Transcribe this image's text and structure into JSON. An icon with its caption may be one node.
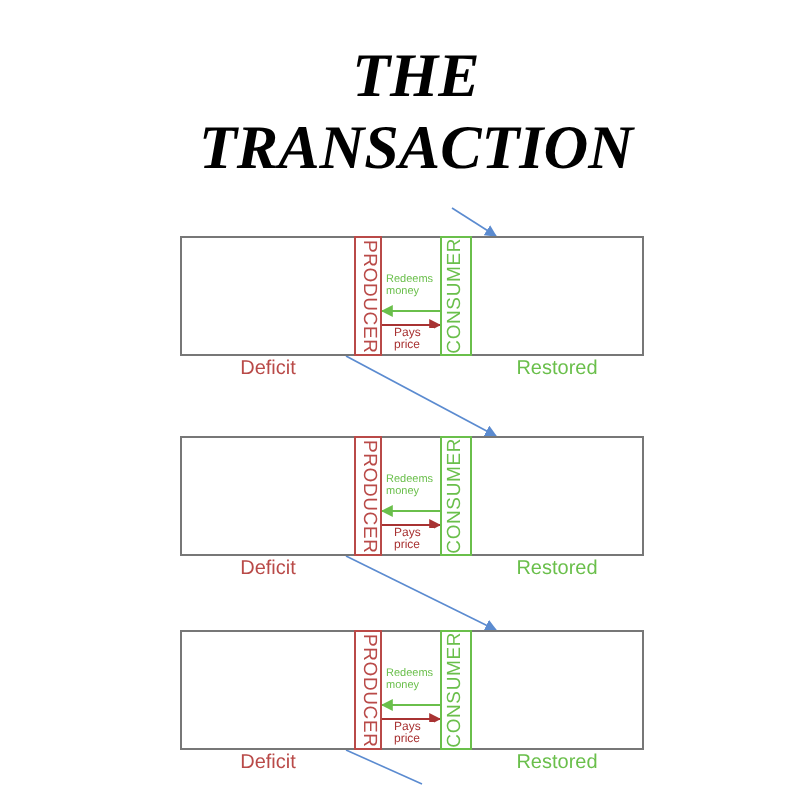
{
  "diagram": {
    "title": "THE TRANSACTION",
    "nodes": [
      {
        "text": [
          "Deficit"
        ]
      },
      {
        "text": [
          "PRODUCER"
        ]
      },
      {
        "text": [
          "CONSUMER"
        ]
      },
      {
        "text": [
          "Restored"
        ]
      },
      {
        "text": [
          "Deficit"
        ]
      },
      {
        "text": [
          "PRODUCER"
        ]
      },
      {
        "text": [
          "CONSUMER"
        ]
      },
      {
        "text": [
          "Restored"
        ]
      },
      {
        "text": [
          "Deficit"
        ]
      },
      {
        "text": [
          "PRODUCER"
        ]
      },
      {
        "text": [
          "CONSUMER"
        ]
      },
      {
        "text": [
          "Restored"
        ]
      }
    ],
    "edges": [
      {
        "from": null,
        "to": 3,
        "arrow": "to",
        "color": "#5b8bd0"
      },
      {
        "from": 2,
        "to": 1,
        "arrow": "to",
        "label": "Redeems money",
        "color": "#6abf4b"
      },
      {
        "from": 1,
        "to": 2,
        "arrow": "to",
        "label": "Pays price",
        "color": "#a83232"
      },
      {
        "from": 0,
        "to": 7,
        "arrow": "to",
        "color": "#5b8bd0"
      },
      {
        "from": 6,
        "to": 5,
        "arrow": "to",
        "label": "Redeems money",
        "color": "#6abf4b"
      },
      {
        "from": 5,
        "to": 6,
        "arrow": "to",
        "label": "Pays price",
        "color": "#a83232"
      },
      {
        "from": 4,
        "to": 11,
        "arrow": "to",
        "color": "#5b8bd0"
      },
      {
        "from": 10,
        "to": 9,
        "arrow": "to",
        "label": "Redeems money",
        "color": "#6abf4b"
      },
      {
        "from": 9,
        "to": 10,
        "arrow": "to",
        "label": "Pays price",
        "color": "#a83232"
      },
      {
        "from": 8,
        "to": null,
        "arrow": "none",
        "color": "#5b8bd0"
      }
    ]
  }
}
